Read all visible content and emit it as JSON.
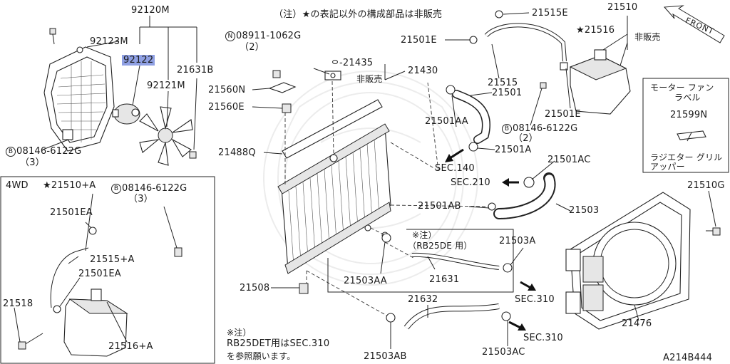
{
  "note_top": "（注）★の表記以外の構成部品は非販売",
  "arrow_front": "FRONT",
  "labels": {
    "p92120M": "92120M",
    "p92123M": "92123M",
    "p92122": "92122",
    "p21631B": "21631B",
    "p92121M": "92121M",
    "bolt_top": "08146-6122G",
    "bolt_top_qty": "（3）",
    "bolt_top_prefix": "B",
    "nut": "08911-1062G",
    "nut_qty": "（2）",
    "nut_prefix": "N",
    "p21560N": "21560N",
    "p21560E": "21560E",
    "p21488Q": "21488Q",
    "p21435": "21435",
    "p21430": "21430",
    "non_sale_1": "非販売",
    "p21515E": "21515E",
    "p21510": "21510",
    "p21516": "★21516",
    "non_sale_2": "非販売",
    "p21501E_a": "21501E",
    "p21515": "21515",
    "p21501": "21501",
    "p21501E_b": "21501E",
    "p21501AA": "21501AA",
    "bolt_mid": "08146-6122G",
    "bolt_mid_qty": "（2）",
    "bolt_mid_prefix": "B",
    "p21501A": "21501A",
    "sec140": "SEC.140",
    "p21501AC": "21501AC",
    "sec210": "SEC.210",
    "p21501AB": "21501AB",
    "p21503": "21503",
    "note_mark": "※注）",
    "rb25de": "（RB25DE 用）",
    "p21503A": "21503A",
    "p21503AA": "21503AA",
    "p21631": "21631",
    "p21508": "21508",
    "sec310_a": "SEC.310",
    "p21632": "21632",
    "sec310_b": "SEC.310",
    "p21503AB": "21503AB",
    "p21503AC": "21503AC",
    "p21476": "21476",
    "p21510G": "21510G",
    "label_box_title_1": "モーター ファン",
    "label_box_title_2": "ラベル",
    "p21599N": "21599N",
    "label_box_sub_1": "ラジエター グリル",
    "label_box_sub_2": "アッパー",
    "bolt_left": "08146-6122G",
    "bolt_left_prefix": "B",
    "footnote_1": "※注）",
    "footnote_2": "RB25DET用はSEC.310",
    "footnote_3": "を参照願います。",
    "diagram_code": "A214B444"
  },
  "inset_4wd": {
    "title": "4WD",
    "p21510A": "★21510+A",
    "bolt": "08146-6122G",
    "bolt_prefix": "B",
    "bolt_qty": "（3）",
    "p21501EA_a": "21501EA",
    "p21515A": "21515+A",
    "p21501EA_b": "21501EA",
    "p21518": "21518",
    "p21516A": "21516+A"
  },
  "colors": {
    "highlight": "#8fa0e3",
    "line": "#222222"
  }
}
